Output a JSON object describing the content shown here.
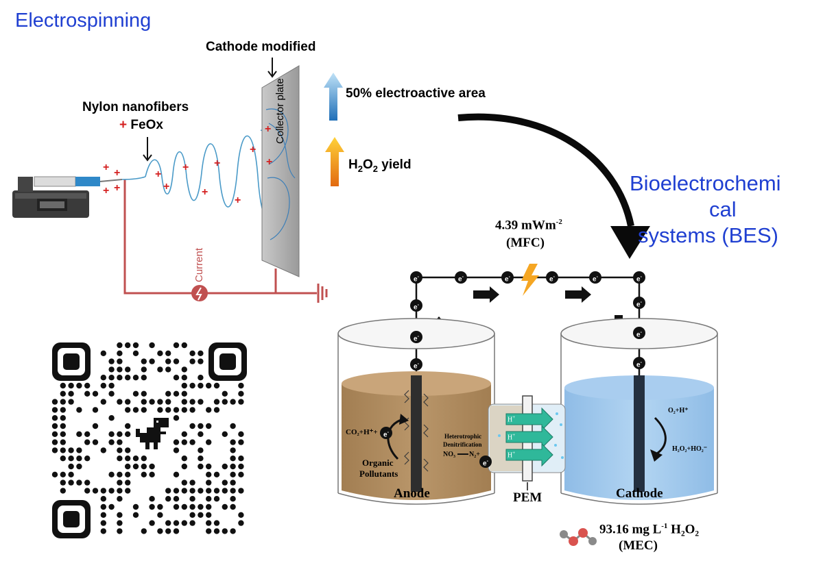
{
  "electrospinning": {
    "title": "Electrospinning",
    "cathode_modified": "Cathode modified",
    "nylon_nanofibers": "Nylon nanofibers",
    "plus_sign": "+",
    "feox": "FeOx",
    "collector_plate": "Collector plate",
    "current": "Current",
    "electroactive_area": "50% electroactive area",
    "h2o2_yield": "yield",
    "h2o2_formula": {
      "h": "H",
      "two_a": "2",
      "o": "O",
      "two_b": "2"
    }
  },
  "bes": {
    "title_line1": "Bioelectrochemi",
    "title_line2": "cal",
    "title_line3": "systems (BES)",
    "power_value": "4.39 mWm",
    "power_exp": "-2",
    "mfc": "(MFC)",
    "electron": "e",
    "electron_sup": "-",
    "anode": "Anode",
    "cathode": "Cathode",
    "pem": "PEM",
    "proton": "H",
    "proton_sup": "+",
    "co2": "CO₂+H⁺+",
    "organic_line1": "Organic",
    "organic_line2": "Pollutants",
    "heterotrophic": "Heterotrophic",
    "denitrification": "Denitrification",
    "no3": "NO₃",
    "n2": "N₂+",
    "o2": "O₂+H⁺",
    "h2o2_products": "H₂O₂+HO₂⁻",
    "mec_value": "93.16 mg L",
    "mec_exp": "-1",
    "mec_compound": "H₂O₂",
    "mec": "(MEC)"
  },
  "colors": {
    "title_blue": "#1f3fd1",
    "plus_red": "#d42020",
    "wire_red": "#c05050",
    "anode_fill": "#b08a5e",
    "cathode_fill": "#9fc5ea",
    "arrow_teal": "#2fb89a",
    "up_arrow_blue": "#4aa8e0",
    "up_arrow_orange": "#f0a020"
  }
}
